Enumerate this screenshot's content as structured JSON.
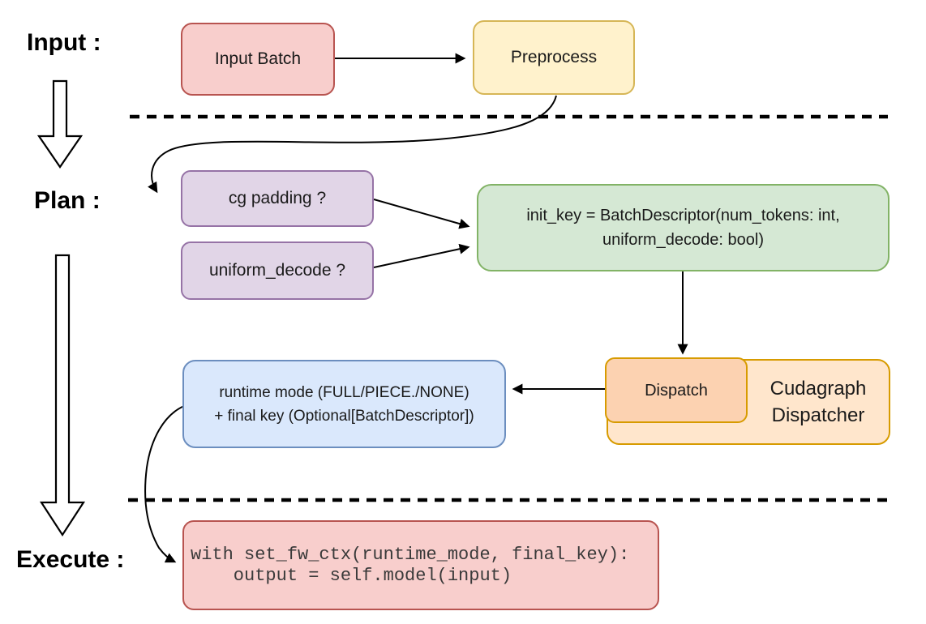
{
  "stage_labels": {
    "input": "Input :",
    "plan": "Plan :",
    "execute": "Execute :"
  },
  "nodes": {
    "input_batch": {
      "label": "Input Batch",
      "fill": "#f8cecc",
      "stroke": "#b85450"
    },
    "preprocess": {
      "label": "Preprocess",
      "fill": "#fff2cc",
      "stroke": "#d6b656"
    },
    "cg_padding": {
      "label": "cg padding ?",
      "fill": "#e1d5e7",
      "stroke": "#9673a6"
    },
    "uniform_decode": {
      "label": "uniform_decode ?",
      "fill": "#e1d5e7",
      "stroke": "#9673a6"
    },
    "init_key": {
      "line1": "init_key = BatchDescriptor(num_tokens: int,",
      "line2": "uniform_decode: bool)",
      "fill": "#d5e8d4",
      "stroke": "#82b366"
    },
    "dispatch": {
      "label": "Dispatch",
      "fill": "#fcd2b1",
      "stroke": "#d79b00"
    },
    "cudagraph_dispatcher": {
      "line1": "Cudagraph",
      "line2": "Dispatcher",
      "fill": "#ffe6cc",
      "stroke": "#d79b00"
    },
    "runtime_mode": {
      "line1": "runtime mode (FULL/PIECE./NONE)",
      "line2": "+ final key (Optional[BatchDescriptor])",
      "fill": "#dae8fc",
      "stroke": "#6c8ebf"
    },
    "execute_code": {
      "line1": "with set_fw_ctx(runtime_mode, final_key):",
      "line2": "    output = self.model(input)",
      "fill": "#f8cecc",
      "stroke": "#b85450"
    }
  },
  "edges": [
    {
      "from": "input_batch",
      "to": "preprocess"
    },
    {
      "from": "preprocess",
      "to": "cg_padding"
    },
    {
      "from": "cg_padding",
      "to": "init_key"
    },
    {
      "from": "uniform_decode",
      "to": "init_key"
    },
    {
      "from": "init_key",
      "to": "dispatch"
    },
    {
      "from": "dispatch",
      "to": "runtime_mode"
    },
    {
      "from": "runtime_mode",
      "to": "execute_code"
    },
    {
      "from": "stage_input",
      "to": "stage_plan"
    },
    {
      "from": "stage_plan",
      "to": "stage_execute"
    }
  ]
}
